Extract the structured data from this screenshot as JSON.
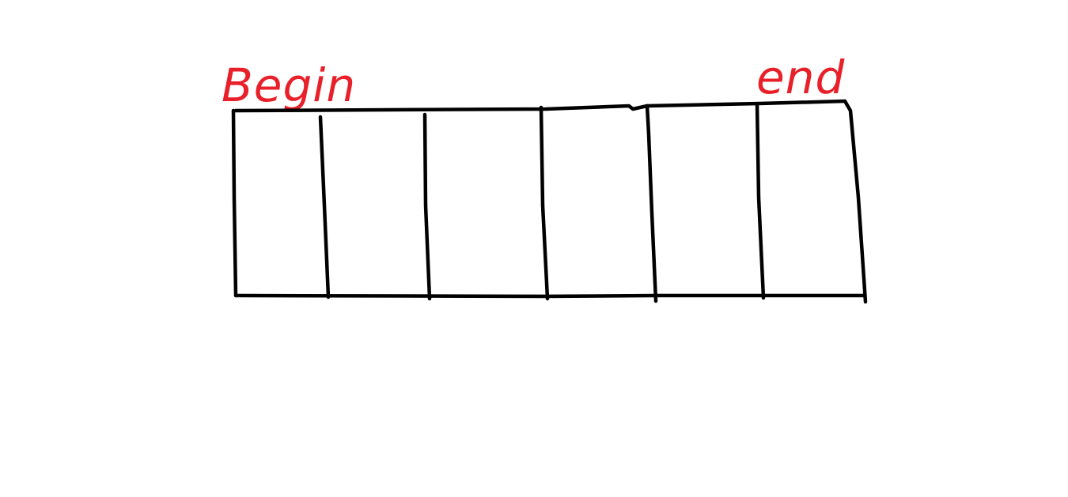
{
  "labels": {
    "begin": "Begin",
    "end": "end"
  },
  "colors": {
    "label": "#e8202a",
    "stroke": "#000000",
    "background": "#ffffff"
  },
  "array": {
    "cell_count": 6
  }
}
